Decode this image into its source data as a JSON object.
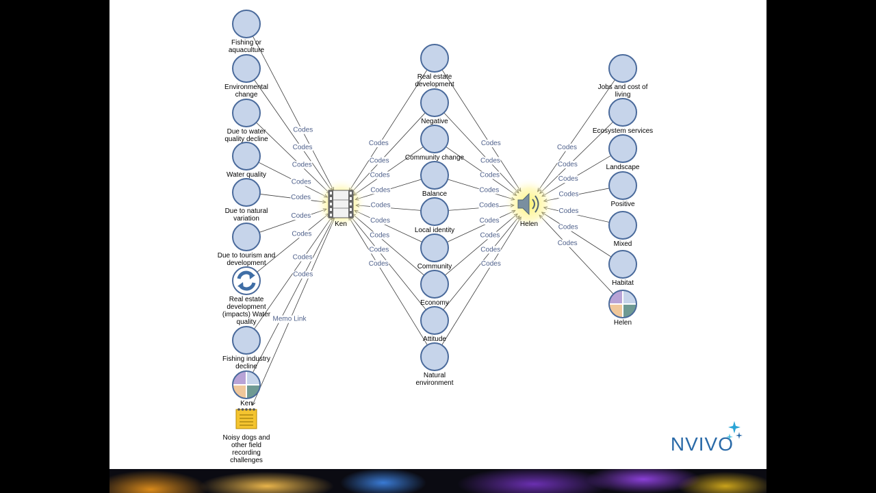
{
  "diagram": {
    "nodes": [
      {
        "id": "n1",
        "label": "Fishing or aquaculture",
        "kind": "node"
      },
      {
        "id": "n2",
        "label": "Environmental change",
        "kind": "node"
      },
      {
        "id": "n3",
        "label": "Due to water quality decline",
        "kind": "node"
      },
      {
        "id": "n4",
        "label": "Water quality",
        "kind": "node"
      },
      {
        "id": "n5",
        "label": "Due to natural variation",
        "kind": "node"
      },
      {
        "id": "n6",
        "label": "Due to tourism and development",
        "kind": "node"
      },
      {
        "id": "n7",
        "label": "Real estate development (impacts) Water quality",
        "kind": "relationship"
      },
      {
        "id": "n8",
        "label": "Fishing industry decline",
        "kind": "node"
      },
      {
        "id": "n9",
        "label": "Ken",
        "kind": "case"
      },
      {
        "id": "n10",
        "label": "Noisy dogs and other field recording challenges",
        "kind": "memo"
      },
      {
        "id": "m1",
        "label": "Real estate development",
        "kind": "node"
      },
      {
        "id": "m2",
        "label": "Negative",
        "kind": "node"
      },
      {
        "id": "m3",
        "label": "Community change",
        "kind": "node"
      },
      {
        "id": "m4",
        "label": "Balance",
        "kind": "node"
      },
      {
        "id": "m5",
        "label": "Local identity",
        "kind": "node"
      },
      {
        "id": "m6",
        "label": "Community",
        "kind": "node"
      },
      {
        "id": "m7",
        "label": "Economy",
        "kind": "node"
      },
      {
        "id": "m8",
        "label": "Attitude",
        "kind": "node"
      },
      {
        "id": "m9",
        "label": "Natural environment",
        "kind": "node"
      },
      {
        "id": "r1",
        "label": "Jobs and cost of living",
        "kind": "node"
      },
      {
        "id": "r2",
        "label": "Ecosystem services",
        "kind": "node"
      },
      {
        "id": "r3",
        "label": "Landscape",
        "kind": "node"
      },
      {
        "id": "r4",
        "label": "Positive",
        "kind": "node"
      },
      {
        "id": "r5",
        "label": "Mixed",
        "kind": "node"
      },
      {
        "id": "r6",
        "label": "Habitat",
        "kind": "node"
      },
      {
        "id": "r7",
        "label": "Helen",
        "kind": "case"
      },
      {
        "id": "hubKen",
        "label": "Ken",
        "kind": "video"
      },
      {
        "id": "hubHelen",
        "label": "Helen",
        "kind": "audio"
      }
    ],
    "edges": [
      {
        "from": "n1",
        "to": "hubKen",
        "label": "Codes"
      },
      {
        "from": "n2",
        "to": "hubKen",
        "label": "Codes"
      },
      {
        "from": "n3",
        "to": "hubKen",
        "label": "Codes"
      },
      {
        "from": "n4",
        "to": "hubKen",
        "label": "Codes"
      },
      {
        "from": "n5",
        "to": "hubKen",
        "label": "Codes"
      },
      {
        "from": "n6",
        "to": "hubKen",
        "label": "Codes"
      },
      {
        "from": "n7",
        "to": "hubKen",
        "label": "Codes"
      },
      {
        "from": "n8",
        "to": "hubKen",
        "label": "Codes"
      },
      {
        "from": "n9",
        "to": "hubKen",
        "label": "Codes"
      },
      {
        "from": "hubKen",
        "to": "n10",
        "label": "Memo Link"
      },
      {
        "from": "m1",
        "to": "hubKen",
        "label": "Codes"
      },
      {
        "from": "m2",
        "to": "hubKen",
        "label": "Codes"
      },
      {
        "from": "m3",
        "to": "hubKen",
        "label": "Codes"
      },
      {
        "from": "m4",
        "to": "hubKen",
        "label": "Codes"
      },
      {
        "from": "m5",
        "to": "hubKen",
        "label": "Codes"
      },
      {
        "from": "m6",
        "to": "hubKen",
        "label": "Codes"
      },
      {
        "from": "m7",
        "to": "hubKen",
        "label": "Codes"
      },
      {
        "from": "m8",
        "to": "hubKen",
        "label": "Codes"
      },
      {
        "from": "m9",
        "to": "hubKen",
        "label": "Codes"
      },
      {
        "from": "m1",
        "to": "hubHelen",
        "label": "Codes"
      },
      {
        "from": "m2",
        "to": "hubHelen",
        "label": "Codes"
      },
      {
        "from": "m3",
        "to": "hubHelen",
        "label": "Codes"
      },
      {
        "from": "m4",
        "to": "hubHelen",
        "label": "Codes"
      },
      {
        "from": "m5",
        "to": "hubHelen",
        "label": "Codes"
      },
      {
        "from": "m6",
        "to": "hubHelen",
        "label": "Codes"
      },
      {
        "from": "m7",
        "to": "hubHelen",
        "label": "Codes"
      },
      {
        "from": "m8",
        "to": "hubHelen",
        "label": "Codes"
      },
      {
        "from": "m9",
        "to": "hubHelen",
        "label": "Codes"
      },
      {
        "from": "r1",
        "to": "hubHelen",
        "label": "Codes"
      },
      {
        "from": "r2",
        "to": "hubHelen",
        "label": "Codes"
      },
      {
        "from": "r3",
        "to": "hubHelen",
        "label": "Codes"
      },
      {
        "from": "r4",
        "to": "hubHelen",
        "label": "Codes"
      },
      {
        "from": "r5",
        "to": "hubHelen",
        "label": "Codes"
      },
      {
        "from": "r6",
        "to": "hubHelen",
        "label": "Codes"
      },
      {
        "from": "r7",
        "to": "hubHelen",
        "label": "Codes"
      }
    ]
  },
  "logo": {
    "text": "NVIVO"
  },
  "colors": {
    "node_fill": "#c6d4ea",
    "node_stroke": "#4a6a9b",
    "edge_label": "#4d5f8a",
    "hub_glow": "#fff36b",
    "brand": "#2a6aa8"
  }
}
